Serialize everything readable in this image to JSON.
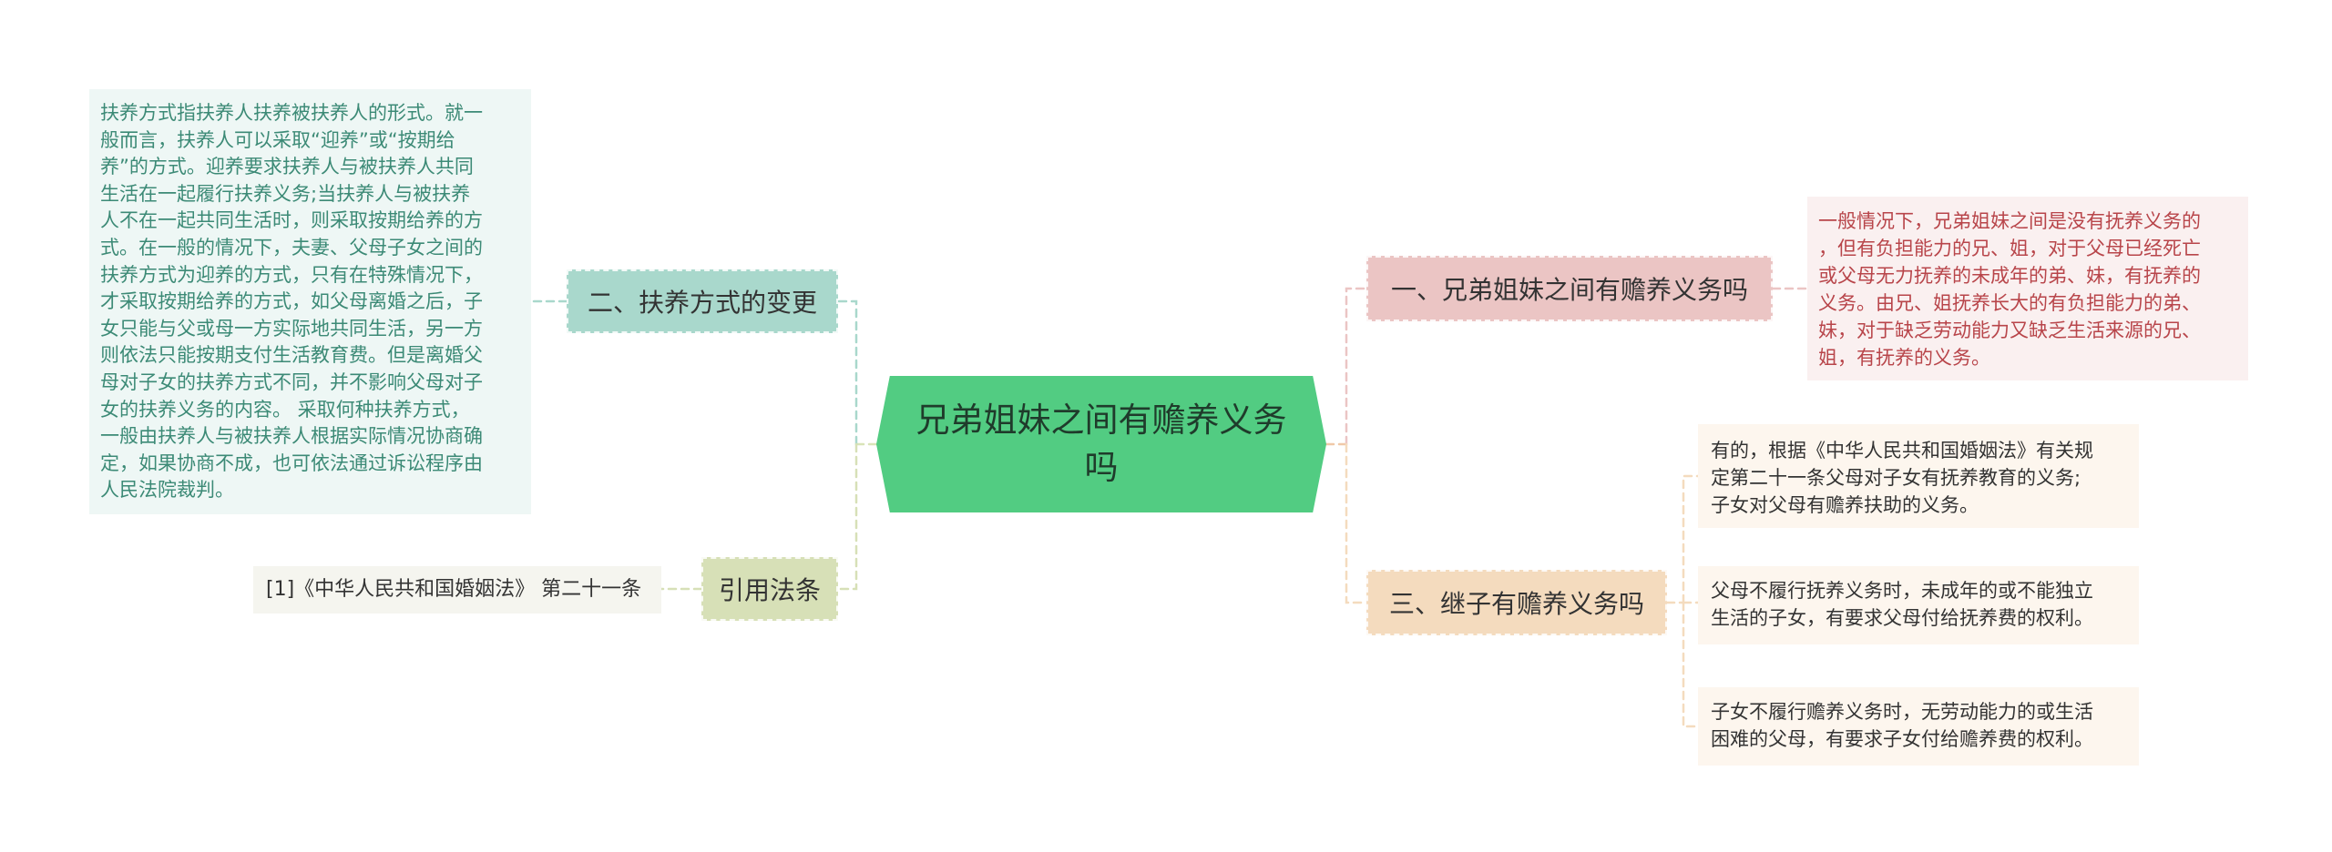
{
  "central": {
    "title": "兄弟姐妹之间有赡养义务\n吗"
  },
  "branches": {
    "fuyang": {
      "label": "二、扶养方式的变更"
    },
    "yinyong": {
      "label": "引用法条"
    },
    "xiongdi": {
      "label": "一、兄弟姐妹之间有赡养义务吗"
    },
    "jizi": {
      "label": "三、继子有赡养义务吗"
    }
  },
  "leaves": {
    "fuyang_text": "扶养方式指扶养人扶养被扶养人的形式。就一\n般而言，扶养人可以采取“迎养”或“按期给\n养”的方式。迎养要求扶养人与被扶养人共同\n生活在一起履行扶养义务;当扶养人与被扶养\n人不在一起共同生活时，则采取按期给养的方\n式。在一般的情况下，夫妻、父母子女之间的\n扶养方式为迎养的方式，只有在特殊情况下，\n才采取按期给养的方式，如父母离婚之后，子\n女只能与父或母一方实际地共同生活，另一方\n则依法只能按期支付生活教育费。但是离婚父\n母对子女的扶养方式不同，并不影响父母对子\n女的扶养义务的内容。 采取何种扶养方式，\n一般由扶养人与被扶养人根据实际情况协商确\n定，如果协商不成，也可依法通过诉讼程序由\n人民法院裁判。",
    "law_text": "[1]《中华人民共和国婚姻法》 第二十一条",
    "xiongdi_text": "一般情况下，兄弟姐妹之间是没有抚养义务的\n，但有负担能力的兄、姐，对于父母已经死亡\n或父母无力抚养的未成年的弟、妹，有抚养的\n义务。由兄、姐抚养长大的有负担能力的弟、\n妹，对于缺乏劳动能力又缺乏生活来源的兄、\n姐，有抚养的义务。",
    "jizi_1": "有的，根据《中华人民共和国婚姻法》有关规\n定第二十一条父母对子女有抚养教育的义务;\n子女对父母有赡养扶助的义务。",
    "jizi_2": "父母不履行抚养义务时，未成年的或不能独立\n生活的子女，有要求父母付给抚养费的权利。",
    "jizi_3": "子女不履行赡养义务时，无劳动能力的或生活\n困难的父母，有要求子女付给赡养费的权利。"
  },
  "colors": {
    "central": "#52cc82",
    "fuyang": "#a9d8cc",
    "yinyong": "#d7e0b7",
    "xiongdi": "#ebc5c4",
    "jizi": "#f4dbbe"
  }
}
